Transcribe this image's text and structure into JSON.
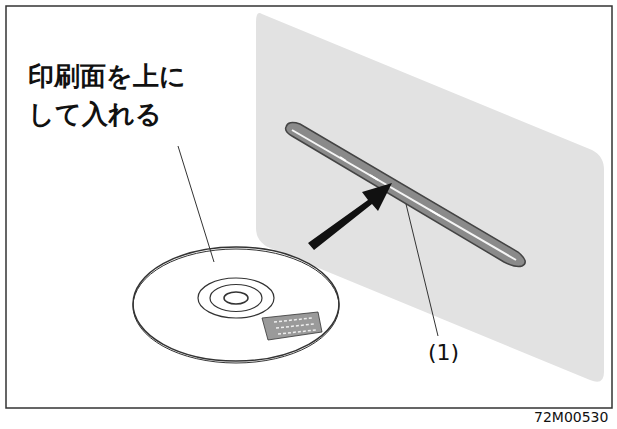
{
  "diagram": {
    "labels": [
      "印刷面を上に して入れる",
      "(1)",
      "72M00530"
    ]
  }
}
